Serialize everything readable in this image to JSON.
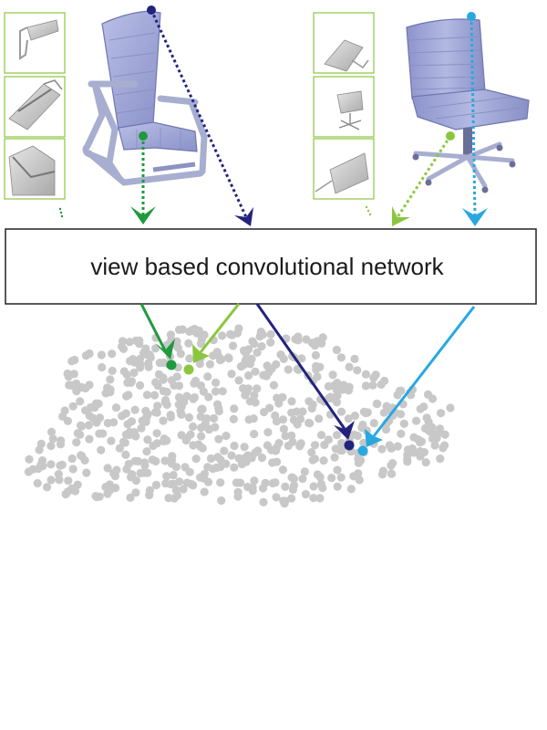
{
  "network_box": {
    "label": "view based convolutional network"
  },
  "colors": {
    "dark_green": "#1f9a3c",
    "light_green": "#8cc63f",
    "navy": "#23237e",
    "cyan": "#29a8e0",
    "chair_body": "#9ea6d8",
    "chair_shade": "#7c84bd",
    "chair_frame": "#a8aed0",
    "view_frame_border": "#8cc63f",
    "view_render": "#c9c9c9",
    "cloud_point": "#c8c8c8",
    "box_border": "#222222"
  },
  "icons": {
    "left_chair": "armchair-render",
    "right_chair": "office-chair-render",
    "views": "rendered-view-thumbnail"
  }
}
